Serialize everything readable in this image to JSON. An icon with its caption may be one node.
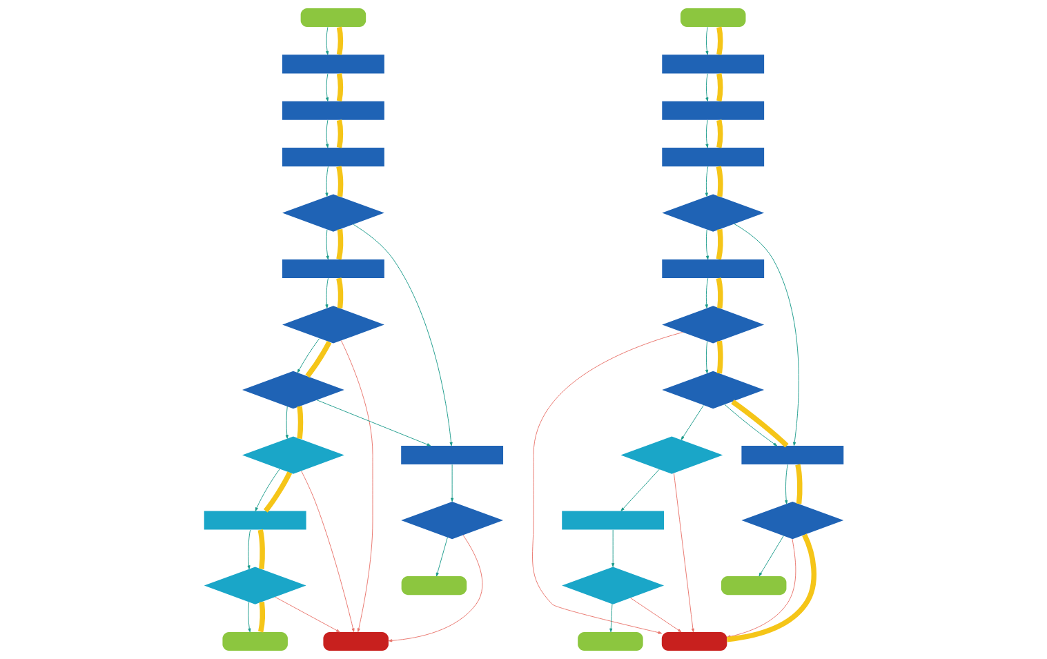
{
  "diagram": {
    "nodes": [
      {
        "text": [],
        "shape": "pill"
      },
      {
        "text": [],
        "shape": "box"
      },
      {
        "text": [],
        "shape": "box"
      },
      {
        "text": [],
        "shape": "box"
      },
      {
        "text": [],
        "shape": "diamond"
      },
      {
        "text": [],
        "shape": "box"
      },
      {
        "text": [],
        "shape": "diamond"
      },
      {
        "text": [],
        "shape": "diamond"
      },
      {
        "text": [],
        "shape": "diamond"
      },
      {
        "text": [],
        "shape": "box"
      },
      {
        "text": [],
        "shape": "diamond"
      },
      {
        "text": [],
        "shape": "box"
      },
      {
        "text": [],
        "shape": "diamond"
      },
      {
        "text": [],
        "shape": "pill"
      },
      {
        "text": [],
        "shape": "pill"
      },
      {
        "text": [],
        "shape": "pill"
      },
      {
        "text": [],
        "shape": "pill"
      },
      {
        "text": [],
        "shape": "box"
      },
      {
        "text": [],
        "shape": "box"
      },
      {
        "text": [],
        "shape": "box"
      },
      {
        "text": [],
        "shape": "diamond"
      },
      {
        "text": [],
        "shape": "box"
      },
      {
        "text": [],
        "shape": "diamond"
      },
      {
        "text": [],
        "shape": "diamond"
      },
      {
        "text": [],
        "shape": "diamond"
      },
      {
        "text": [],
        "shape": "box"
      },
      {
        "text": [],
        "shape": "diamond"
      },
      {
        "text": [],
        "shape": "box"
      },
      {
        "text": [],
        "shape": "diamond"
      },
      {
        "text": [],
        "shape": "pill"
      },
      {
        "text": [],
        "shape": "pill"
      },
      {
        "text": [],
        "shape": "pill"
      }
    ],
    "edges": [
      {
        "from": 0,
        "to": 1,
        "arrow": "to"
      },
      {
        "from": 1,
        "to": 2,
        "arrow": "to"
      },
      {
        "from": 2,
        "to": 3,
        "arrow": "to"
      },
      {
        "from": 3,
        "to": 4,
        "arrow": "to"
      },
      {
        "from": 4,
        "to": 5,
        "arrow": "to"
      },
      {
        "from": 4,
        "to": 11,
        "arrow": "to"
      },
      {
        "from": 5,
        "to": 6,
        "arrow": "to"
      },
      {
        "from": 6,
        "to": 7,
        "arrow": "to"
      },
      {
        "from": 6,
        "to": 14,
        "arrow": "to",
        "color": "#e8736a"
      },
      {
        "from": 7,
        "to": 11,
        "arrow": "to"
      },
      {
        "from": 7,
        "to": 8,
        "arrow": "to"
      },
      {
        "from": 8,
        "to": 14,
        "arrow": "to",
        "color": "#e8736a"
      },
      {
        "from": 8,
        "to": 9,
        "arrow": "to"
      },
      {
        "from": 9,
        "to": 10,
        "arrow": "to"
      },
      {
        "from": 10,
        "to": 15,
        "arrow": "to"
      },
      {
        "from": 10,
        "to": 14,
        "arrow": "to",
        "color": "#e8736a"
      },
      {
        "from": 11,
        "to": 12,
        "arrow": "to"
      },
      {
        "from": 12,
        "to": 14,
        "arrow": "to",
        "color": "#e8736a"
      },
      {
        "from": 12,
        "to": 13,
        "arrow": "to"
      },
      {
        "from": 16,
        "to": 17,
        "arrow": "to"
      },
      {
        "from": 17,
        "to": 18,
        "arrow": "to"
      },
      {
        "from": 18,
        "to": 19,
        "arrow": "to"
      },
      {
        "from": 19,
        "to": 20,
        "arrow": "to"
      },
      {
        "from": 20,
        "to": 21,
        "arrow": "to"
      },
      {
        "from": 20,
        "to": 27,
        "arrow": "to"
      },
      {
        "from": 21,
        "to": 22,
        "arrow": "to"
      },
      {
        "from": 22,
        "to": 23,
        "arrow": "to"
      },
      {
        "from": 22,
        "to": 30,
        "arrow": "to",
        "color": "#e8736a"
      },
      {
        "from": 23,
        "to": 27,
        "arrow": "to"
      },
      {
        "from": 23,
        "to": 24,
        "arrow": "to"
      },
      {
        "from": 24,
        "to": 30,
        "arrow": "to",
        "color": "#e8736a"
      },
      {
        "from": 24,
        "to": 25,
        "arrow": "to"
      },
      {
        "from": 25,
        "to": 26,
        "arrow": "to"
      },
      {
        "from": 26,
        "to": 31,
        "arrow": "to"
      },
      {
        "from": 26,
        "to": 30,
        "arrow": "to",
        "color": "#e8736a"
      },
      {
        "from": 27,
        "to": 28,
        "arrow": "to"
      },
      {
        "from": 28,
        "to": 30,
        "arrow": "to",
        "color": "#e8736a"
      },
      {
        "from": 28,
        "to": 29,
        "arrow": "to"
      },
      {
        "from": 0,
        "to": 1,
        "arrow": "none",
        "style": "thick",
        "color": "#f5c518"
      },
      {
        "from": 1,
        "to": 2,
        "arrow": "none",
        "style": "thick",
        "color": "#f5c518"
      },
      {
        "from": 2,
        "to": 3,
        "arrow": "none",
        "style": "thick",
        "color": "#f5c518"
      },
      {
        "from": 3,
        "to": 4,
        "arrow": "none",
        "style": "thick",
        "color": "#f5c518"
      },
      {
        "from": 4,
        "to": 5,
        "arrow": "none",
        "style": "thick",
        "color": "#f5c518"
      },
      {
        "from": 5,
        "to": 6,
        "arrow": "none",
        "style": "thick",
        "color": "#f5c518"
      },
      {
        "from": 6,
        "to": 7,
        "arrow": "none",
        "style": "thick",
        "color": "#f5c518"
      },
      {
        "from": 7,
        "to": 8,
        "arrow": "none",
        "style": "thick",
        "color": "#f5c518"
      },
      {
        "from": 8,
        "to": 9,
        "arrow": "none",
        "style": "thick",
        "color": "#f5c518"
      },
      {
        "from": 9,
        "to": 10,
        "arrow": "none",
        "style": "thick",
        "color": "#f5c518"
      },
      {
        "from": 10,
        "to": 15,
        "arrow": "none",
        "style": "thick",
        "color": "#f5c518"
      },
      {
        "from": 16,
        "to": 17,
        "arrow": "none",
        "style": "thick",
        "color": "#f5c518"
      },
      {
        "from": 17,
        "to": 18,
        "arrow": "none",
        "style": "thick",
        "color": "#f5c518"
      },
      {
        "from": 18,
        "to": 19,
        "arrow": "none",
        "style": "thick",
        "color": "#f5c518"
      },
      {
        "from": 19,
        "to": 20,
        "arrow": "none",
        "style": "thick",
        "color": "#f5c518"
      },
      {
        "from": 20,
        "to": 21,
        "arrow": "none",
        "style": "thick",
        "color": "#f5c518"
      },
      {
        "from": 21,
        "to": 22,
        "arrow": "none",
        "style": "thick",
        "color": "#f5c518"
      },
      {
        "from": 22,
        "to": 23,
        "arrow": "none",
        "style": "thick",
        "color": "#f5c518"
      },
      {
        "from": 23,
        "to": 27,
        "arrow": "none",
        "style": "thick",
        "color": "#f5c518"
      },
      {
        "from": 27,
        "to": 28,
        "arrow": "none",
        "style": "thick",
        "color": "#f5c518"
      },
      {
        "from": 28,
        "to": 30,
        "arrow": "none",
        "style": "thick",
        "color": "#f5c518"
      }
    ]
  }
}
